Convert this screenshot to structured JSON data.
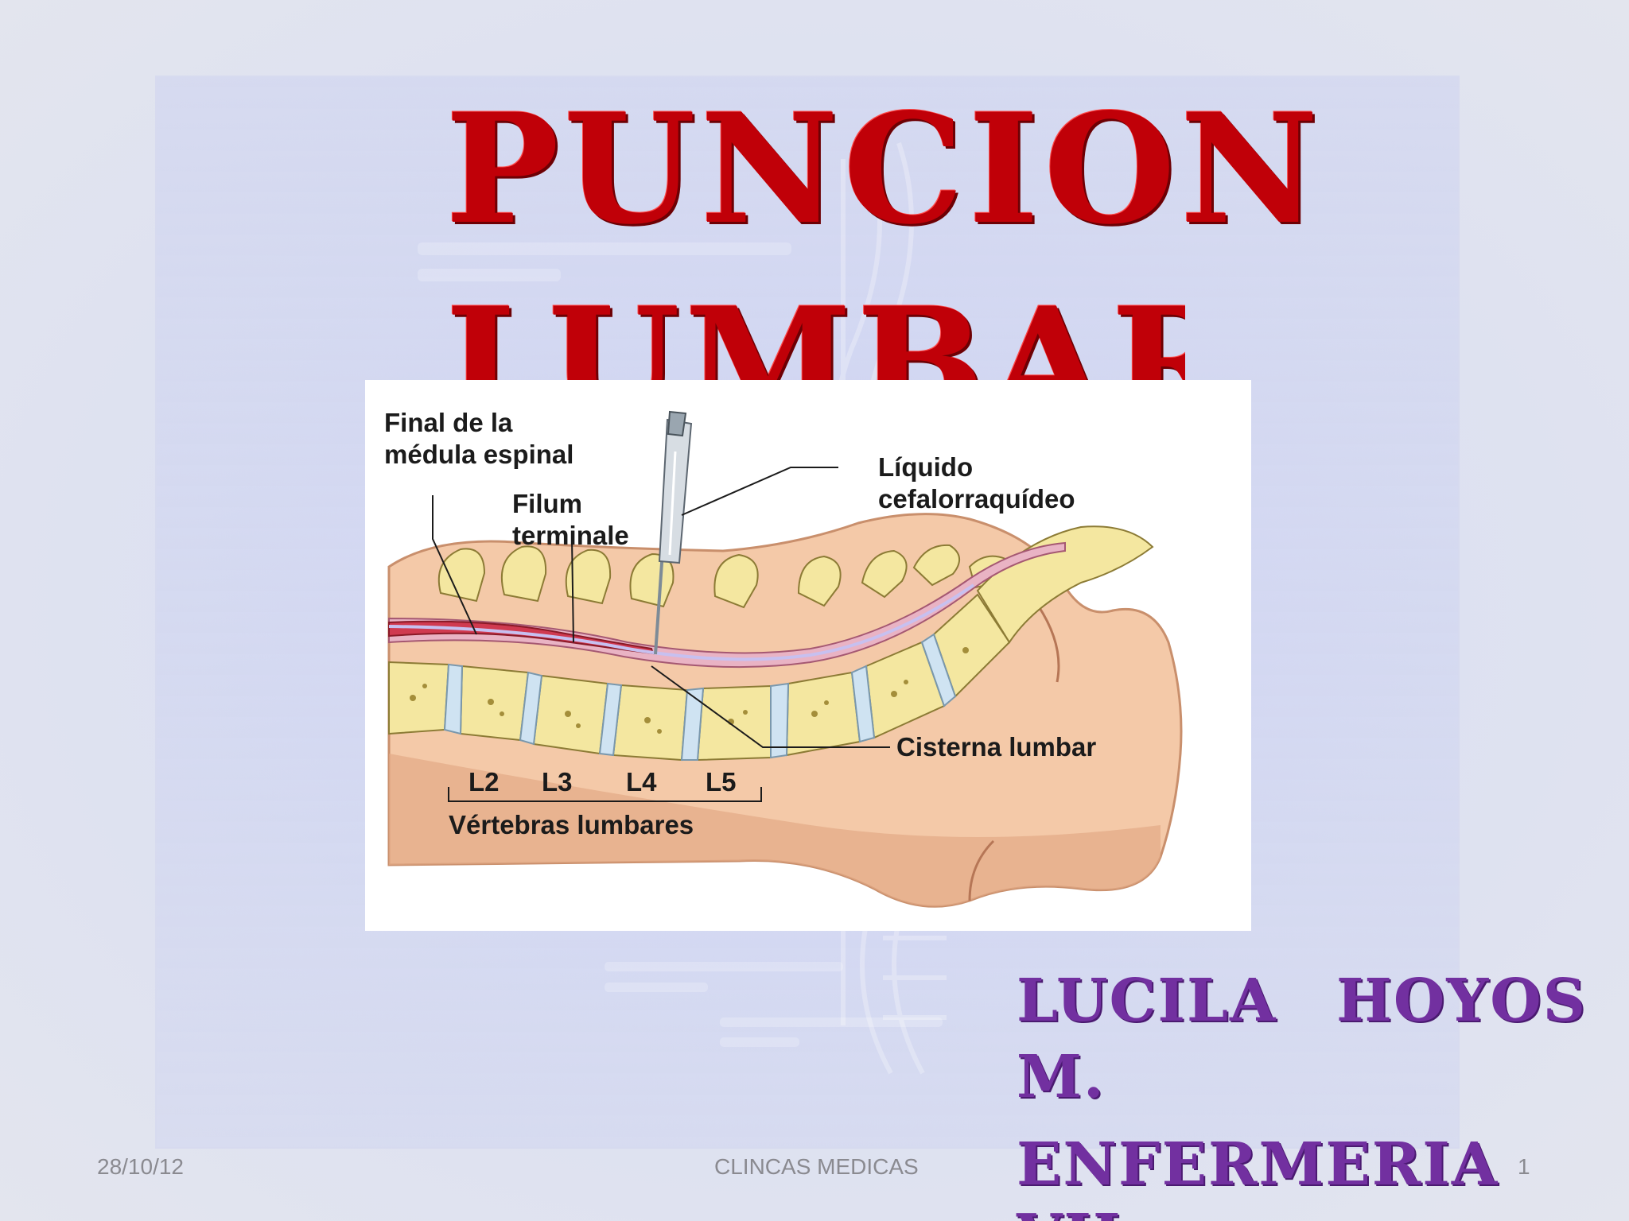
{
  "title": {
    "line1": "PUNCION",
    "line2": "LUMBAR"
  },
  "diagram": {
    "labels": {
      "final_medula_1": "Final de la",
      "final_medula_2": "médula espinal",
      "filum_1": "Filum",
      "filum_2": "terminale",
      "liquido_1": "Líquido",
      "liquido_2": "cefalorraquídeo",
      "cisterna": "Cisterna lumbar",
      "vertebras": "Vértebras lumbares",
      "l2": "L2",
      "l3": "L3",
      "l4": "L4",
      "l5": "L5"
    }
  },
  "author": {
    "name": "LUCILA",
    "surname": "HOYOS",
    "initial": "M.",
    "program": "ENFERMERIA",
    "program_cont": "VII"
  },
  "footer": {
    "date": "28/10/12",
    "center": "CLINCAS MEDICAS",
    "page": "1"
  },
  "colors": {
    "title": "#c00008",
    "author": "#7230a0",
    "background": "#dde1f1"
  }
}
